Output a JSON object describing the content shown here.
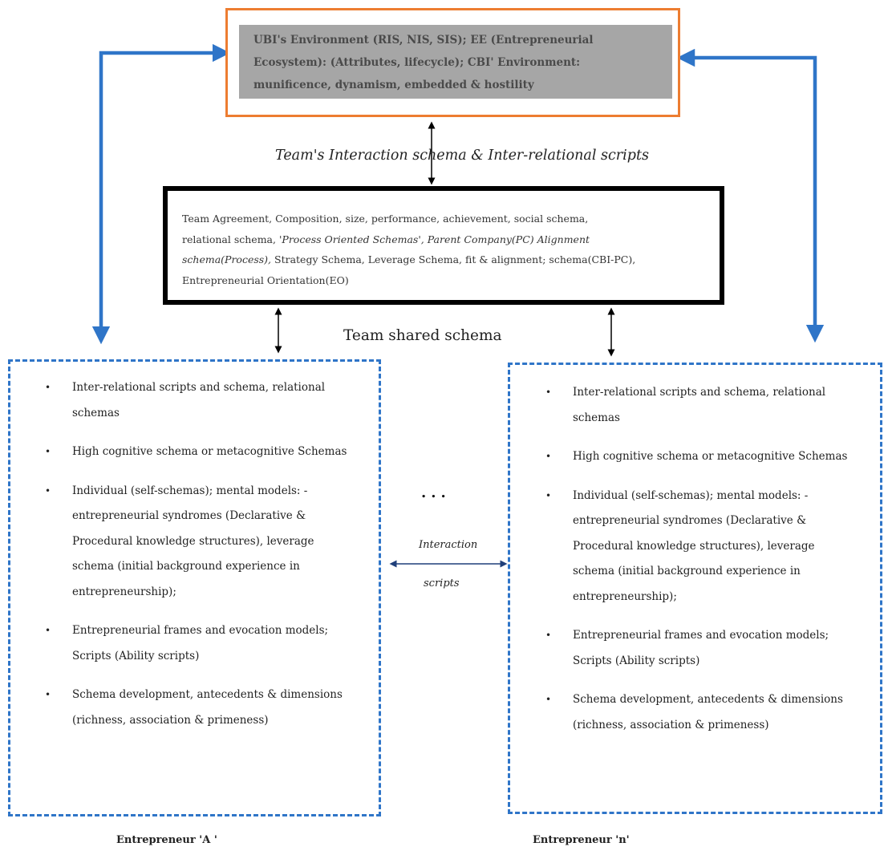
{
  "environment": {
    "lines": [
      "UBI's Environment (RIS, NIS, SIS); EE (Entrepreneurial",
      "Ecosystem): (Attributes, lifecycle); CBI' Environment:",
      "munificence, dynamism, embedded & hostility"
    ]
  },
  "interaction_schema_label": "Team's Interaction schema & Inter-relational scripts",
  "team": {
    "line1": "Team Agreement, Composition, size, performance, achievement, social schema,",
    "line2_plain": "relational schema, ",
    "line2_italic": "'Process Oriented Schemas', Parent Company(PC) Alignment",
    "line3_italic": "schema(Process),",
    "line3_plain": " Strategy Schema, Leverage Schema, fit & alignment; schema(CBI-PC),",
    "line4": "Entrepreneurial Orientation(EO)"
  },
  "team_shared_label": "Team shared schema",
  "bullet_glyph": "•",
  "entrepreneur_a": {
    "items": [
      "Inter-relational scripts and schema, relational schemas",
      "High cognitive schema or metacognitive Schemas",
      "Individual (self-schemas); mental models: - entrepreneurial syndromes (Declarative & Procedural knowledge structures), leverage schema (initial background experience in entrepreneurship);",
      "Entrepreneurial frames and evocation models; Scripts (Ability scripts)",
      "Schema development, antecedents & dimensions (richness, association & primeness)"
    ],
    "caption": "Entrepreneur 'A '"
  },
  "entrepreneur_n": {
    "items": [
      "Inter-relational scripts and schema, relational schemas",
      "High cognitive schema or metacognitive Schemas",
      "Individual (self-schemas); mental models: - entrepreneurial syndromes (Declarative & Procedural knowledge structures), leverage schema (initial background experience in entrepreneurship);",
      "Entrepreneurial frames and evocation models; Scripts (Ability scripts)",
      "Schema development, antecedents & dimensions (richness, association & primeness)"
    ],
    "caption": "Entrepreneur 'n'"
  },
  "ellipsis": "...",
  "interaction_label": "Interaction",
  "scripts_label": "scripts",
  "colors": {
    "env_border": "#ed7d31",
    "env_fill": "#a6a6a6",
    "blue": "#2f75c8",
    "dark_blue": "#1f3f7a",
    "black": "#000000"
  }
}
